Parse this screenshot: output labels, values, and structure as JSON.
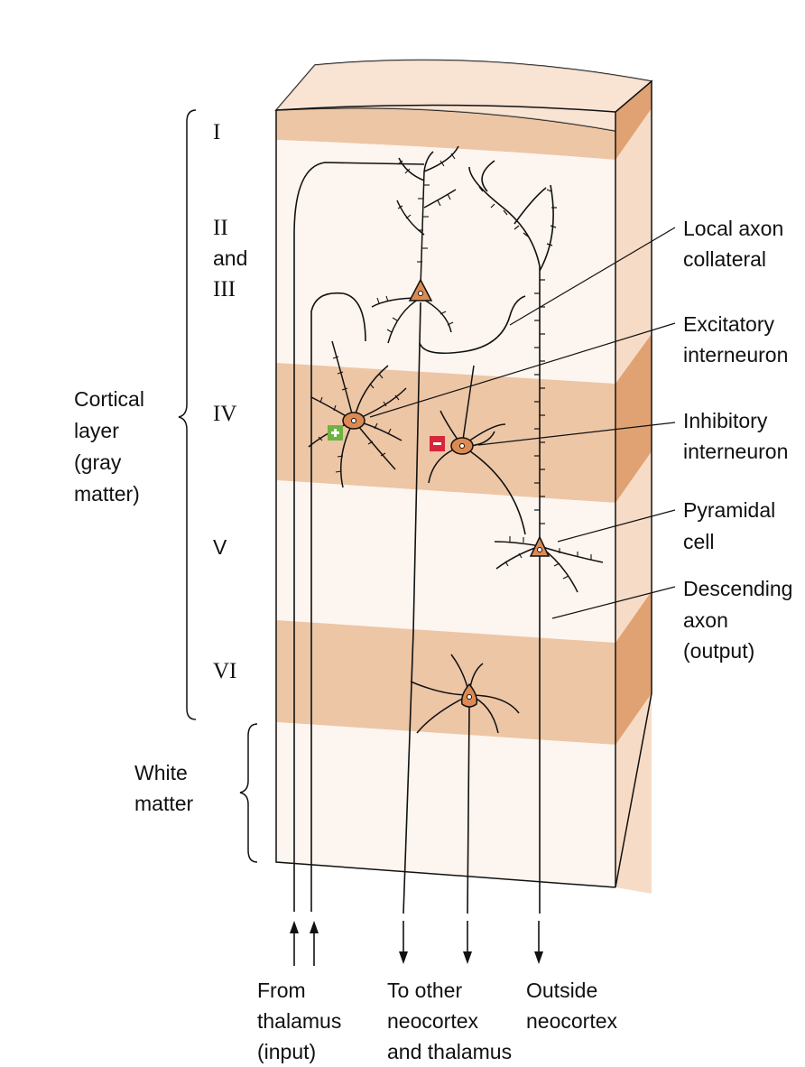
{
  "colors": {
    "background": "#ffffff",
    "light_layer": "#fdf5ef",
    "dark_layer": "#edc6a6",
    "side_light": "#f6dcc7",
    "side_dark": "#e0a273",
    "neuron_body": "#dd8a52",
    "excitatory_mark": "#6db33f",
    "inhibitory_mark": "#d7263a",
    "ink": "#111111"
  },
  "layers": {
    "I": "I",
    "II": "II",
    "and": "and",
    "III": "III",
    "IV": "IV",
    "V": "V",
    "VI": "VI"
  },
  "left_labels": {
    "cortical_line1": "Cortical",
    "cortical_line2": "layer",
    "cortical_line3": "(gray",
    "cortical_line4": "matter)",
    "white_line1": "White",
    "white_line2": "matter"
  },
  "callouts": {
    "local_axon_line1": "Local axon",
    "local_axon_line2": "collateral",
    "excitatory_line1": "Excitatory",
    "excitatory_line2": "interneuron",
    "inhibitory_line1": "Inhibitory",
    "inhibitory_line2": "interneuron",
    "pyramidal_line1": "Pyramidal",
    "pyramidal_line2": "cell",
    "descending_line1": "Descending",
    "descending_line2": "axon",
    "descending_line3": "(output)"
  },
  "bottom_labels": {
    "from_line1": "From",
    "from_line2": "thalamus",
    "from_line3": "(input)",
    "to_line1": "To other",
    "to_line2": "neocortex",
    "to_line3": "and thalamus",
    "outside_line1": "Outside",
    "outside_line2": "neocortex"
  },
  "icons": {
    "excitatory": "plus-sign-icon",
    "inhibitory": "minus-sign-icon"
  }
}
